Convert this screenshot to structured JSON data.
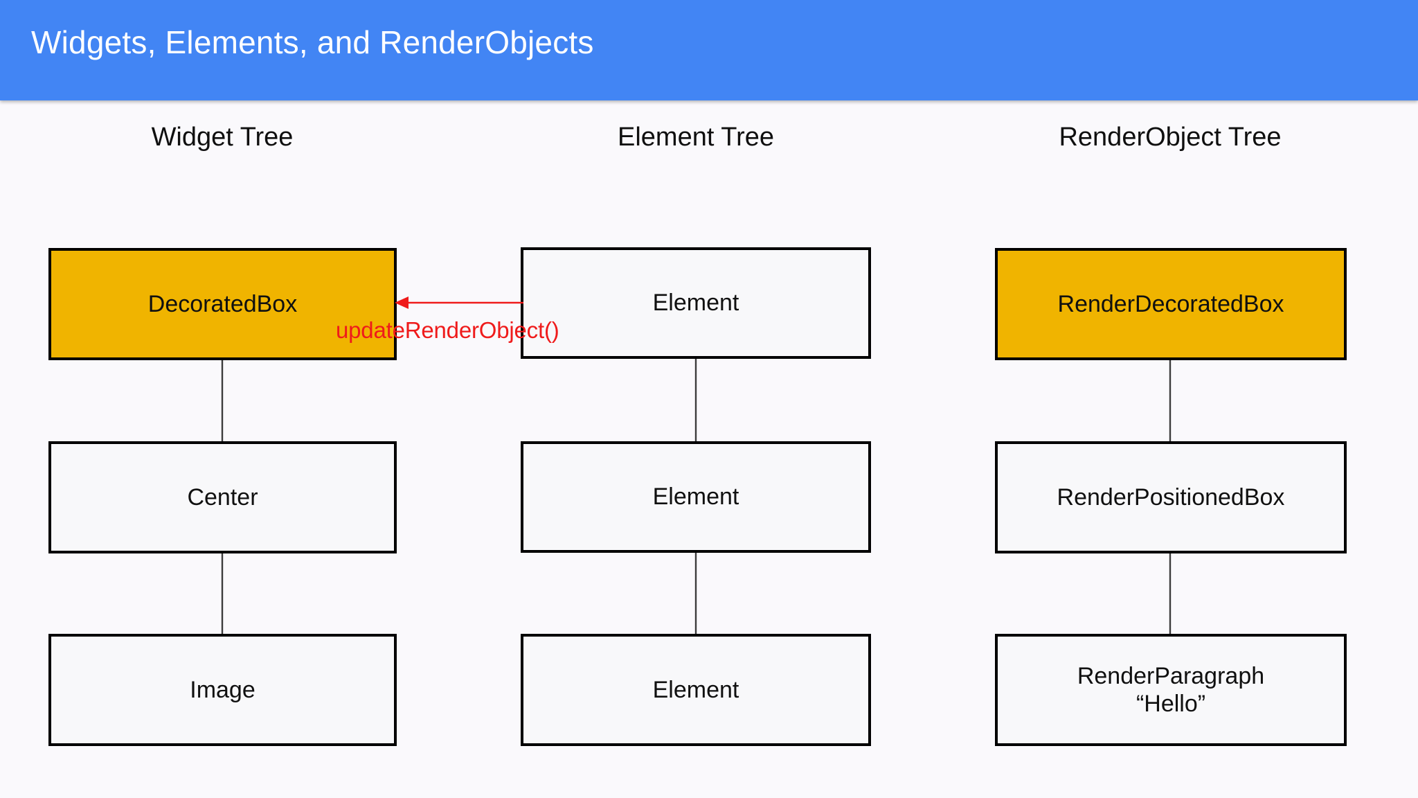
{
  "header": {
    "title": "Widgets, Elements, and RenderObjects",
    "background_color": "#4285F4",
    "text_color": "#FFFFFF"
  },
  "page": {
    "background_color": "#FAF9FC"
  },
  "columns": [
    {
      "title": "Widget Tree"
    },
    {
      "title": "Element Tree"
    },
    {
      "title": "RenderObject Tree"
    }
  ],
  "nodes": {
    "widget_tree": [
      {
        "label": "DecoratedBox",
        "highlight": true
      },
      {
        "label": "Center",
        "highlight": false
      },
      {
        "label": "Image",
        "highlight": false
      }
    ],
    "element_tree": [
      {
        "label": "Element",
        "highlight": false
      },
      {
        "label": "Element",
        "highlight": false
      },
      {
        "label": "Element",
        "highlight": false
      }
    ],
    "renderobject_tree": [
      {
        "label": "RenderDecoratedBox",
        "highlight": true
      },
      {
        "label": "RenderPositionedBox",
        "highlight": false
      },
      {
        "label": "RenderParagraph",
        "label_line2": "“Hello”",
        "highlight": false
      }
    ]
  },
  "annotation": {
    "label": "updateRenderObject()",
    "color": "#EF1B1B",
    "direction": "element-to-widget"
  },
  "colors": {
    "highlight_fill": "#F0B400",
    "box_fill": "#F8F8FA",
    "box_border": "#000000",
    "connector": "#3C3C3C"
  }
}
